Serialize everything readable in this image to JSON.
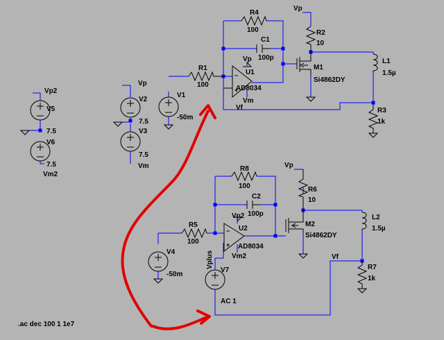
{
  "top_circuit": {
    "r4": {
      "name": "R4",
      "value": "100"
    },
    "c1": {
      "name": "C1",
      "value": "100p"
    },
    "r1": {
      "name": "R1",
      "value": "100"
    },
    "u1": {
      "name": "U1",
      "part": "AD8034",
      "supply_pos": "Vp",
      "supply_neg": "Vm"
    },
    "m1": {
      "name": "M1",
      "part": "Si4862DY"
    },
    "r2": {
      "name": "R2",
      "value": "10"
    },
    "r2_supply": "Vp",
    "l1": {
      "name": "L1",
      "value": "1.5µ"
    },
    "r3": {
      "name": "R3",
      "value": "1k"
    },
    "v1": {
      "name": "V1",
      "value": "-50m"
    },
    "vf": "Vf"
  },
  "supplies": {
    "v2": {
      "name": "V2",
      "value": "7.5",
      "top_label": "Vp"
    },
    "v3": {
      "name": "V3",
      "value": "7.5",
      "bottom_label": "Vm"
    },
    "v5": {
      "name": "V5",
      "value": "7.5",
      "top_label": "Vp2"
    },
    "v6": {
      "name": "V6",
      "value": "7.5",
      "bottom_label": "Vm2"
    }
  },
  "bottom_circuit": {
    "r8": {
      "name": "R8",
      "value": "100"
    },
    "c2": {
      "name": "C2",
      "value": "100p"
    },
    "r5": {
      "name": "R5",
      "value": "100"
    },
    "u2": {
      "name": "U2",
      "part": "AD8034",
      "supply_pos": "Vp2",
      "supply_neg": "Vm2"
    },
    "m2": {
      "name": "M2",
      "part": "Si4862DY"
    },
    "r6": {
      "name": "R6",
      "value": "10"
    },
    "r6_supply": "Vp",
    "l2": {
      "name": "L2",
      "value": "1.5µ"
    },
    "r7": {
      "name": "R7",
      "value": "1k"
    },
    "v4": {
      "name": "V4",
      "value": "-50m"
    },
    "v7": {
      "name": "V7",
      "value": "AC 1",
      "net_label": "Vplus"
    },
    "vf": "Vf"
  },
  "directive": ".ac dec 100 1 1e7",
  "colors": {
    "background": "#b4b4b4",
    "wire": "#0000ff",
    "component": "#000000",
    "annotation": "#e00000"
  }
}
